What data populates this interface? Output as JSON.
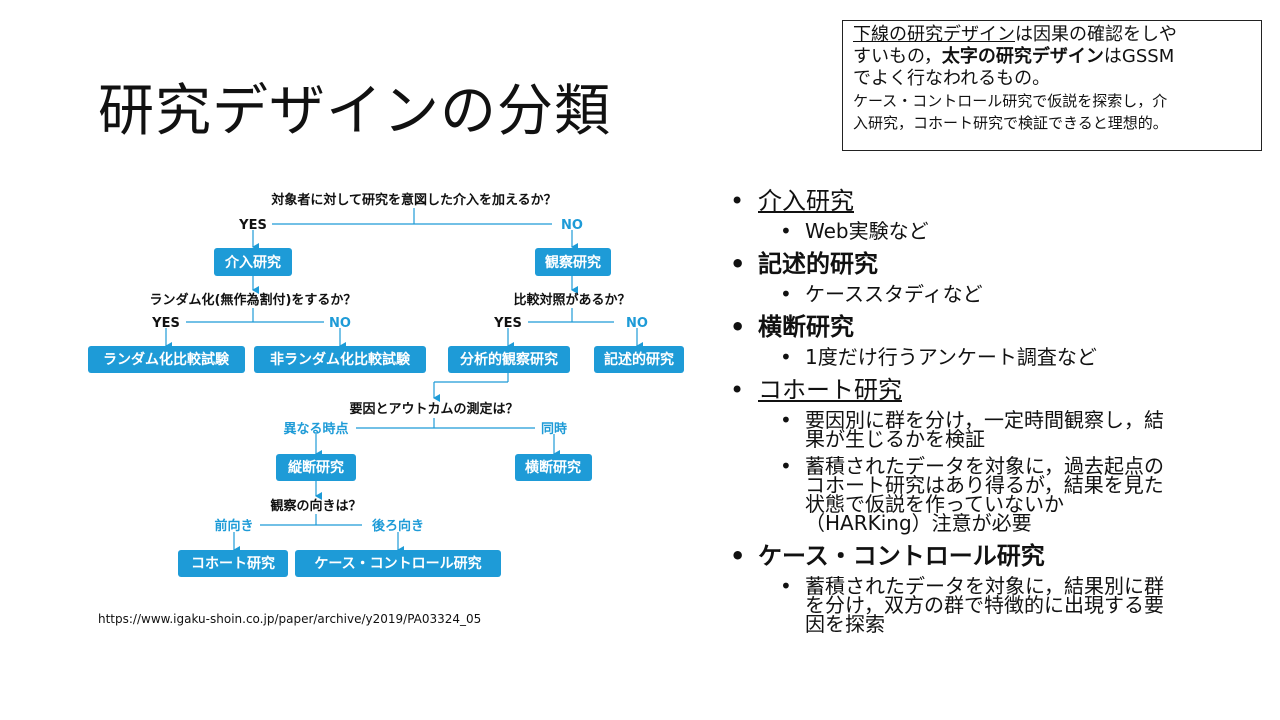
{
  "title": "研究デザインの分類",
  "note": {
    "lines": [
      {
        "parts": [
          {
            "text": "下線の研究デザイン",
            "style": "u"
          },
          {
            "text": "は因果の確認をしや",
            "style": ""
          }
        ]
      },
      {
        "parts": [
          {
            "text": "すいもの，",
            "style": ""
          },
          {
            "text": "太字の研究デザイン",
            "style": "b"
          },
          {
            "text": "はGSSM",
            "style": ""
          }
        ]
      },
      {
        "parts": [
          {
            "text": "でよく行なわれるもの。",
            "style": ""
          }
        ]
      }
    ],
    "small_lines": [
      "ケース・コントロール研究で仮説を探索し，介",
      "入研究，コホート研究で検証できると理想的。"
    ]
  },
  "flowchart": {
    "q1": "対象者に対して研究を意図した介入を加えるか？",
    "q1_yes": "YES",
    "q1_no": "NO",
    "intervention": "介入研究",
    "observational": "観察研究",
    "q2": "ランダム化(無作為割付)をするか？",
    "q2_yes": "YES",
    "q2_no": "NO",
    "rct": "ランダム化比較試験",
    "nonrct": "非ランダム化比較試験",
    "q3": "比較対照があるか？",
    "q3_yes": "YES",
    "q3_no": "NO",
    "analytic": "分析的観察研究",
    "descriptive": "記述的研究",
    "q4": "要因とアウトカムの測定は？",
    "q4_diff": "異なる時点",
    "q4_same": "同時",
    "longitudinal": "縦断研究",
    "cross": "横断研究",
    "q5": "観察の向きは？",
    "q5_fwd": "前向き",
    "q5_back": "後ろ向き",
    "cohort": "コホート研究",
    "casecontrol": "ケース・コントロール研究",
    "colors": {
      "box": "#1e9bd7",
      "line": "#1e9bd7",
      "answer": "#1e9bd7",
      "text": "#111111"
    }
  },
  "source": "https://www.igaku-shoin.co.jp/paper/archive/y2019/PA03324_05",
  "list": [
    {
      "label": "介入研究",
      "style": "u",
      "subs": [
        "Web実験など"
      ]
    },
    {
      "label": "記述的研究",
      "style": "b",
      "subs": [
        "ケーススタディなど"
      ]
    },
    {
      "label": "横断研究",
      "style": "b",
      "subs": [
        "1度だけ行うアンケート調査など"
      ]
    },
    {
      "label": "コホート研究",
      "style": "u",
      "subs": [
        "要因別に群を分け，一定時間観察し，結果が生じるかを検証",
        "蓄積されたデータを対象に，過去起点のコホート研究はあり得るが，結果を見た状態で仮説を作っていないか（HARKing）注意が必要"
      ]
    },
    {
      "label": "ケース・コントロール研究",
      "style": "b",
      "subs": [
        "蓄積されたデータを対象に，結果別に群を分け，双方の群で特徴的に出現する要因を探索"
      ]
    }
  ]
}
